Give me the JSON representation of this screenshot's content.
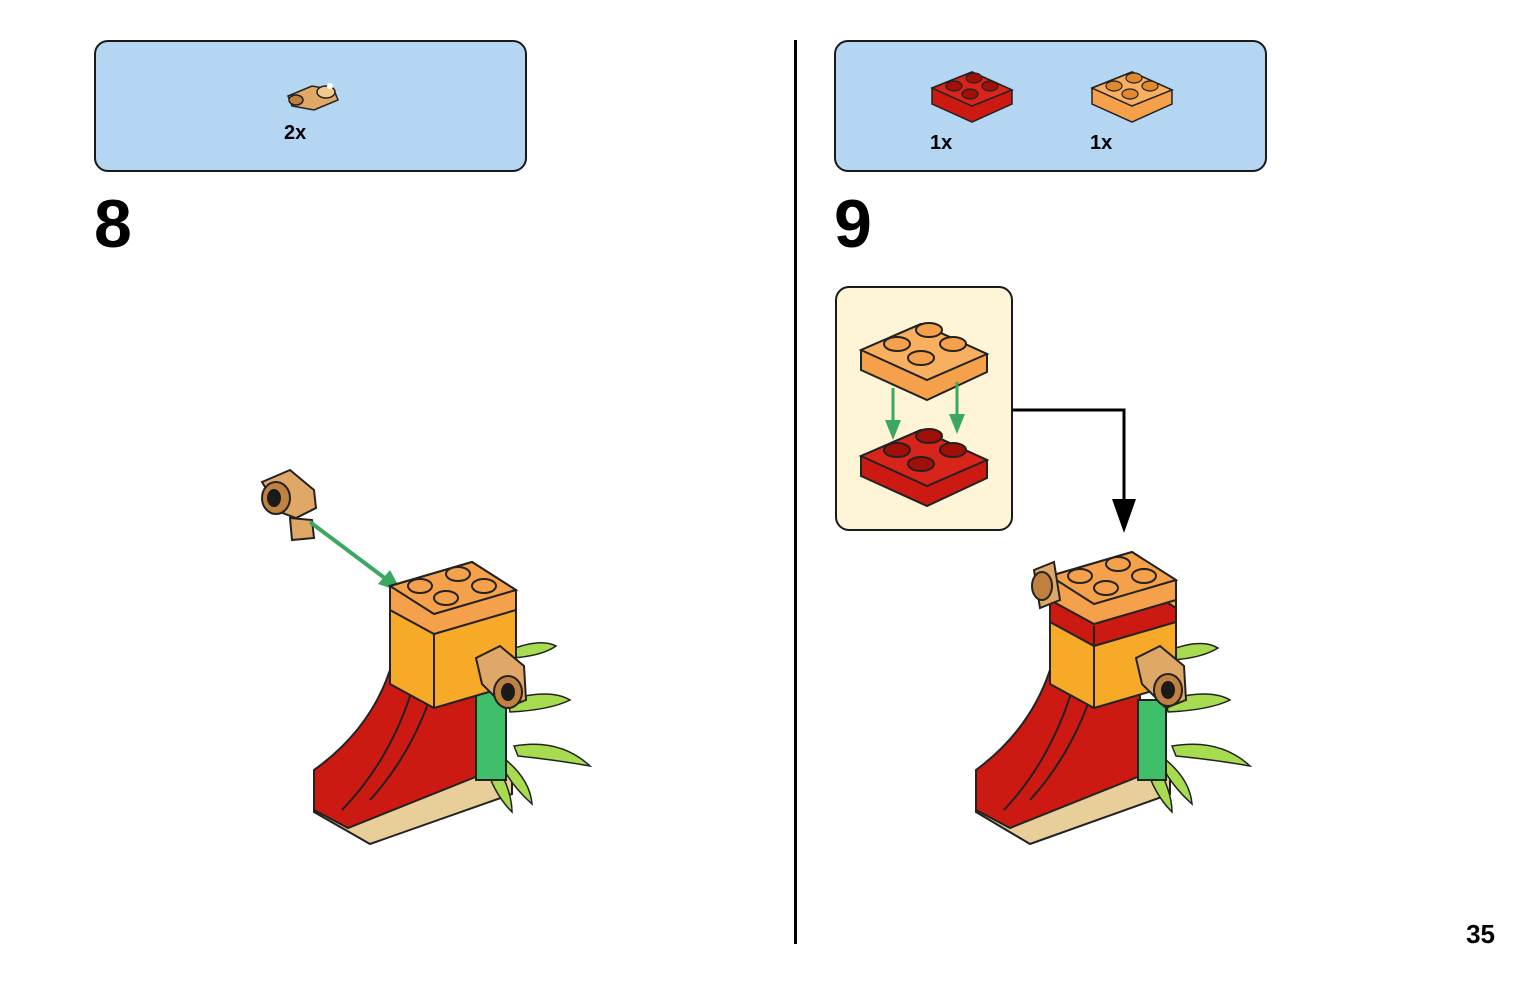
{
  "page": {
    "number": "35"
  },
  "steps": [
    {
      "number": "8",
      "parts": [
        {
          "quantity": "2x",
          "icon": "tan-clip-plate-icon",
          "color": "#e0a866"
        }
      ]
    },
    {
      "number": "9",
      "parts": [
        {
          "quantity": "1x",
          "icon": "red-2x2-plate-icon",
          "color": "#cc1a12"
        },
        {
          "quantity": "1x",
          "icon": "orange-2x2-plate-icon",
          "color": "#f5a04a"
        }
      ]
    }
  ],
  "colors": {
    "parts_box": "#b5d6f2",
    "callout": "#fdf5d5",
    "arrow_green": "#3aa860",
    "red": "#cc1a12",
    "orange": "#f5a04a",
    "tan": "#e0a866",
    "lime": "#a8dc50"
  }
}
